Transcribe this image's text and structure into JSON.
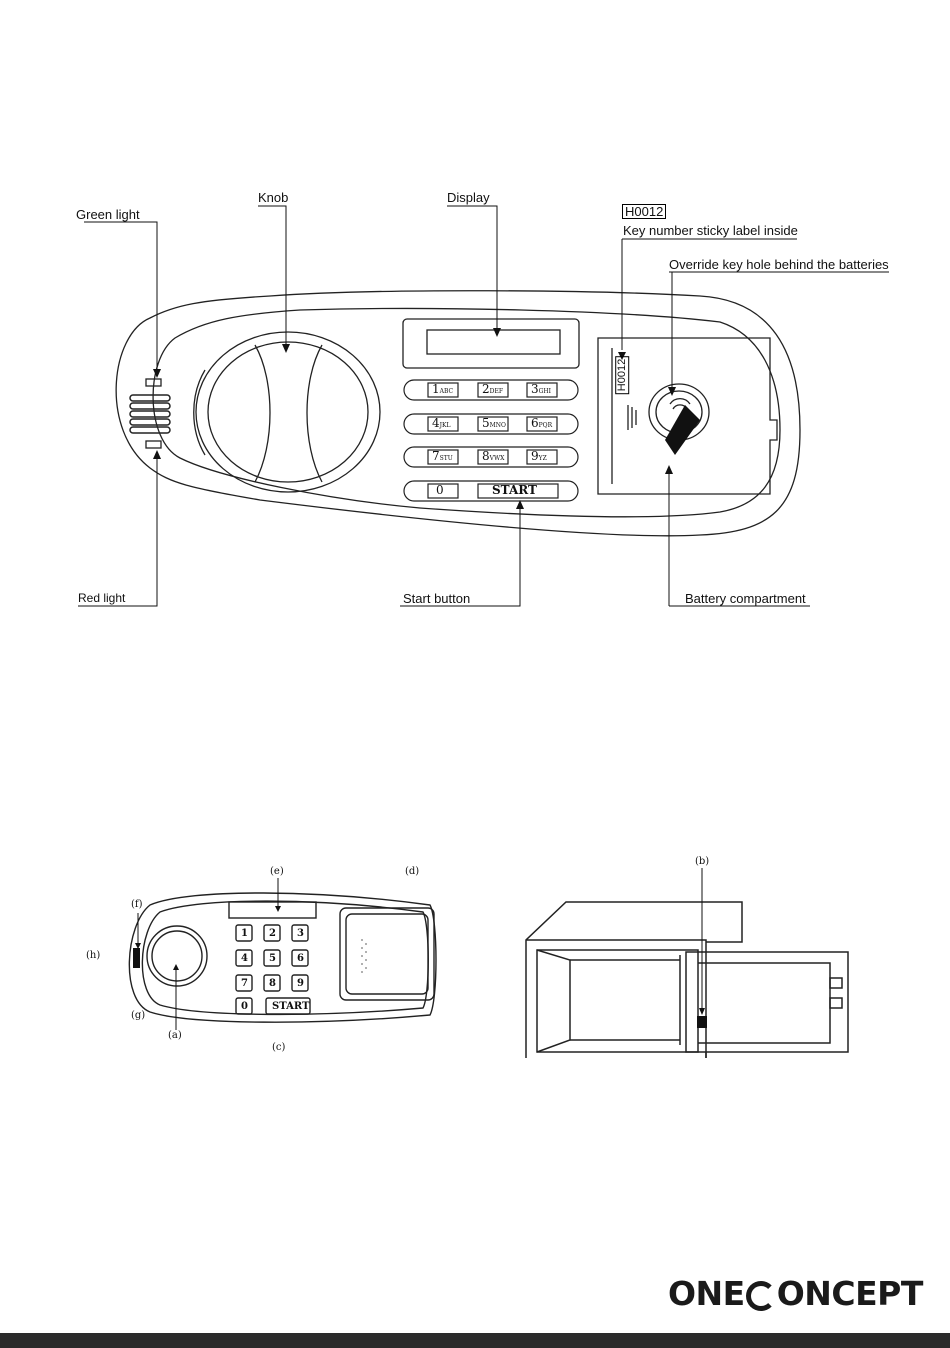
{
  "top_diagram": {
    "labels": {
      "green_light": "Green light",
      "knob": "Knob",
      "display": "Display",
      "key_code": "H0012",
      "key_label": "Key number sticky label inside",
      "override": "Override key hole behind the batteries",
      "red_light": "Red light",
      "start_button": "Start button",
      "battery": "Battery compartment"
    },
    "keys": [
      {
        "num": "1",
        "sub": "ABC"
      },
      {
        "num": "2",
        "sub": "DEF"
      },
      {
        "num": "3",
        "sub": "GHI"
      },
      {
        "num": "4",
        "sub": "JKL"
      },
      {
        "num": "5",
        "sub": "MNO"
      },
      {
        "num": "6",
        "sub": "PQR"
      },
      {
        "num": "7",
        "sub": "STU"
      },
      {
        "num": "8",
        "sub": "VWX"
      },
      {
        "num": "9",
        "sub": "YZ"
      },
      {
        "num": "0",
        "sub": ""
      }
    ],
    "start_key": "START",
    "vertical_code": "H0012"
  },
  "bottom_diagram": {
    "labels": {
      "a": "(a)",
      "b": "(b)",
      "c": "(c)",
      "d": "(d)",
      "e": "(e)",
      "f": "(f)",
      "g": "(g)",
      "h": "(h)"
    },
    "keys": [
      "1",
      "2",
      "3",
      "4",
      "5",
      "6",
      "7",
      "8",
      "9",
      "0"
    ],
    "start_key": "START"
  },
  "brand": {
    "logo_part1": "ONE",
    "logo_part2": "ONCEPT"
  }
}
